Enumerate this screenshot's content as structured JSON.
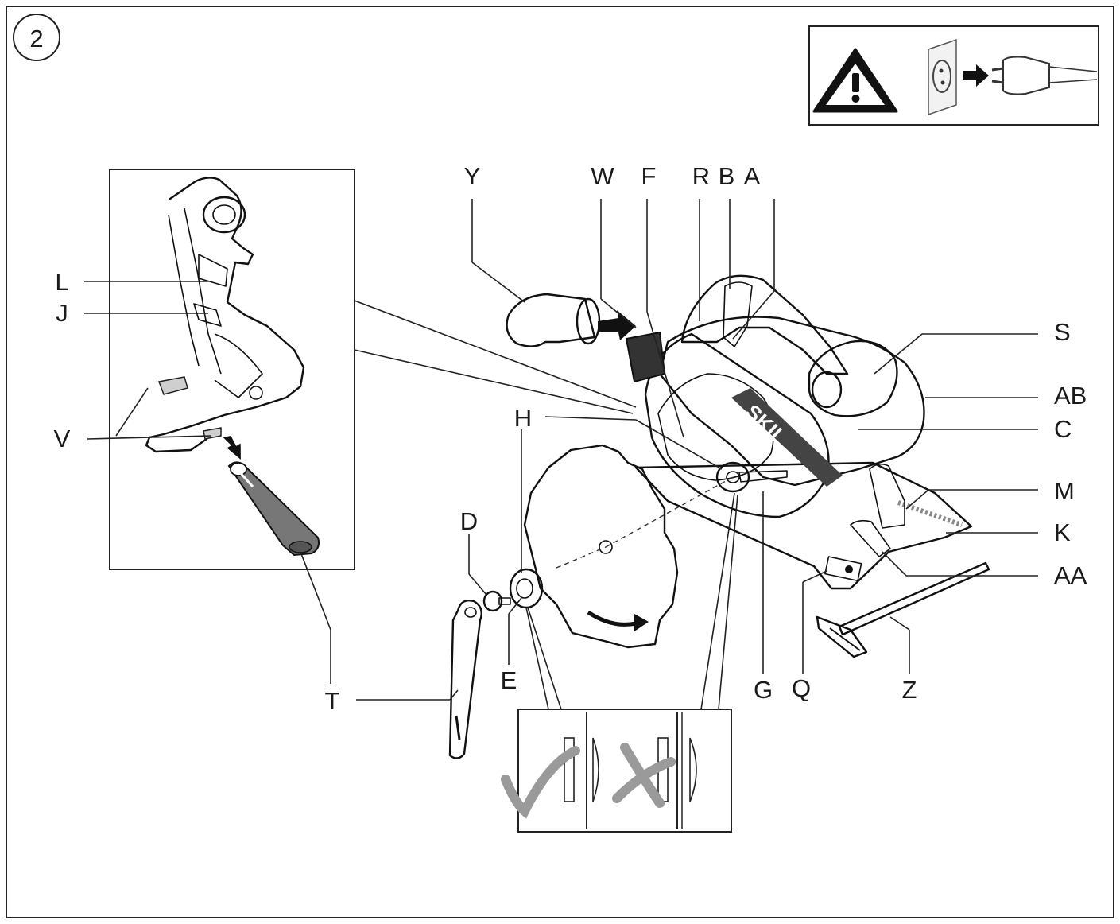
{
  "figure": {
    "number": "2",
    "accent_gray": "#8c8c8c",
    "warning_panel": {
      "warning_icon": "warning-triangle-icon",
      "socket_icon": "wall-socket-icon",
      "arrow_icon": "arrow-right-icon",
      "plug_icon": "power-plug-icon"
    },
    "labels": {
      "Y": "Y",
      "W": "W",
      "F": "F",
      "R": "R",
      "B": "B",
      "A": "A",
      "S": "S",
      "AB": "AB",
      "C": "C",
      "M": "M",
      "K": "K",
      "AA": "AA",
      "H": "H",
      "D": "D",
      "E": "E",
      "G": "G",
      "Q": "Q",
      "Z": "Z",
      "T": "T",
      "L": "L",
      "J": "J",
      "V": "V"
    },
    "brand_mark": "SKIL",
    "mounting_inset": {
      "correct_icon": "check-mark-icon",
      "wrong_icon": "cross-mark-icon"
    }
  }
}
